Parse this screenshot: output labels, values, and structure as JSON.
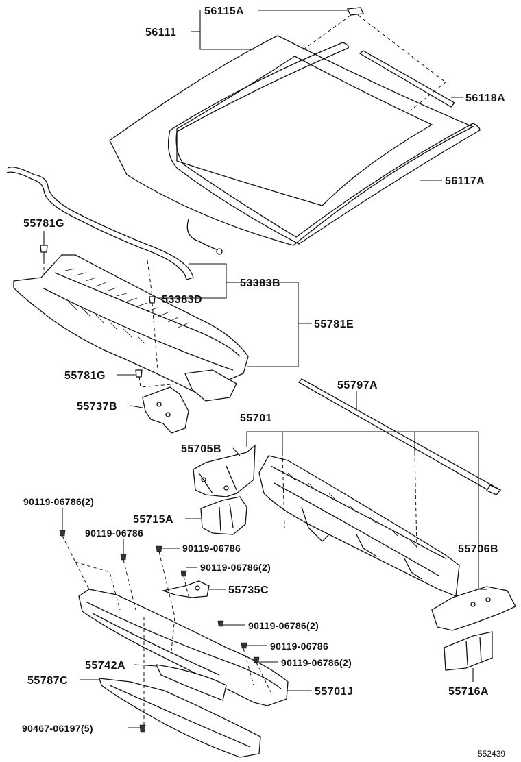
{
  "labels": {
    "p56115A": "56115A",
    "p56111": "56111",
    "p56118A": "56118A",
    "p56117A": "56117A",
    "p55781G_top": "55781G",
    "p53383B": "53383B",
    "p53383D": "53383D",
    "p55781E": "55781E",
    "p55781G_mid": "55781G",
    "p55737B": "55737B",
    "p55797A": "55797A",
    "p55701": "55701",
    "p55705B": "55705B",
    "p90119_06786_2_a": "90119-06786(2)",
    "p55715A": "55715A",
    "p90119_06786_a": "90119-06786",
    "p90119_06786_b": "90119-06786",
    "p90119_06786_2_b": "90119-06786(2)",
    "p55735C": "55735C",
    "p55706B": "55706B",
    "p90119_06786_2_c": "90119-06786(2)",
    "p90119_06786_c": "90119-06786",
    "p90119_06786_2_d": "90119-06786(2)",
    "p55742A": "55742A",
    "p55787C": "55787C",
    "p55701J": "55701J",
    "p55716A": "55716A",
    "p90467_06197_5": "90467-06197(5)"
  },
  "diagram_code": "552439",
  "colors": {
    "ink": "#111111",
    "background": "#ffffff"
  }
}
